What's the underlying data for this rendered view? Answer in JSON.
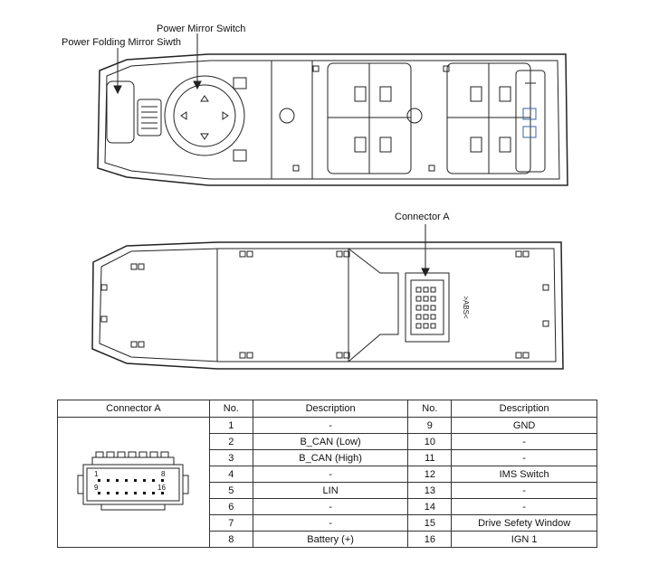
{
  "callouts": {
    "power_mirror_switch": "Power Mirror Switch",
    "power_folding_mirror": "Power Folding Mirror Siwth",
    "connector_a": "Connector A"
  },
  "bottom_view_label": ">ABS<",
  "connector_pins": {
    "first": "1",
    "eighth": "8",
    "ninth": "9",
    "sixteenth": "16"
  },
  "table": {
    "headers": [
      "Connector A",
      "No.",
      "Description",
      "No.",
      "Description"
    ],
    "rows": [
      {
        "no_a": "1",
        "desc_a": "-",
        "no_b": "9",
        "desc_b": "GND"
      },
      {
        "no_a": "2",
        "desc_a": "B_CAN (Low)",
        "no_b": "10",
        "desc_b": "-"
      },
      {
        "no_a": "3",
        "desc_a": "B_CAN (High)",
        "no_b": "11",
        "desc_b": "-"
      },
      {
        "no_a": "4",
        "desc_a": "-",
        "no_b": "12",
        "desc_b": "IMS Switch"
      },
      {
        "no_a": "5",
        "desc_a": "LIN",
        "no_b": "13",
        "desc_b": "-"
      },
      {
        "no_a": "6",
        "desc_a": "-",
        "no_b": "14",
        "desc_b": "-"
      },
      {
        "no_a": "7",
        "desc_a": "-",
        "no_b": "15",
        "desc_b": "Drive Sefety Window"
      },
      {
        "no_a": "8",
        "desc_a": "Battery (+)",
        "no_b": "16",
        "desc_b": "IGN 1"
      }
    ]
  }
}
